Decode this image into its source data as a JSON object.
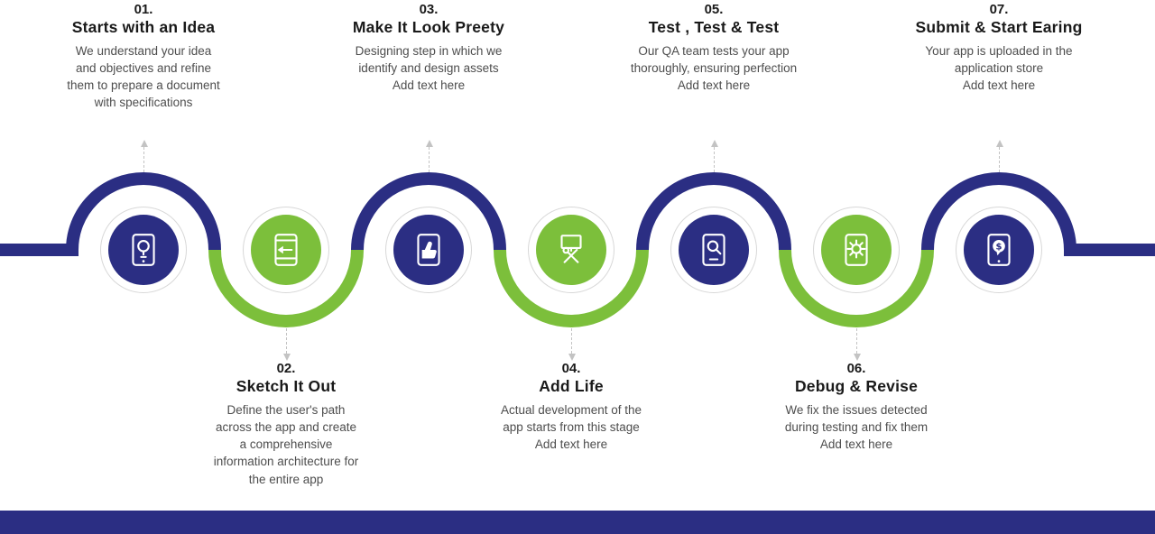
{
  "colors": {
    "navy": "#2b2e83",
    "green": "#7cbf3b",
    "ring": "#d8d8d8",
    "connector": "#c3c3c3",
    "title_text": "#1a1a1a",
    "body_text": "#4d4d4d",
    "background": "#ffffff"
  },
  "steps": [
    {
      "number": "01.",
      "title": "Starts with an Idea",
      "description": "We understand your idea\nand objectives and refine\nthem to prepare a document\nwith specifications",
      "placement": "top",
      "color": "navy",
      "icon": "idea-bulb-phone"
    },
    {
      "number": "02.",
      "title": "Sketch It Out",
      "description": "Define the user's path\nacross the app and create\na comprehensive\ninformation architecture for\nthe entire app",
      "placement": "bottom",
      "color": "green",
      "icon": "arrow-phone"
    },
    {
      "number": "03.",
      "title": "Make It Look Preety",
      "description": "Designing step in which we\nidentify and design assets\nAdd text here",
      "placement": "top",
      "color": "navy",
      "icon": "thumbs-up-phone"
    },
    {
      "number": "04.",
      "title": "Add Life",
      "description": "Actual development of the\napp starts from this stage\nAdd text here",
      "placement": "bottom",
      "color": "green",
      "icon": "monitor-tools"
    },
    {
      "number": "05.",
      "title": "Test , Test & Test",
      "description": "Our QA team tests your app\nthoroughly,  ensuring perfection\nAdd text here",
      "placement": "top",
      "color": "navy",
      "icon": "search-phone"
    },
    {
      "number": "06.",
      "title": "Debug & Revise",
      "description": "We fix the issues detected\nduring testing and fix them\nAdd text here",
      "placement": "bottom",
      "color": "green",
      "icon": "gear-phone"
    },
    {
      "number": "07.",
      "title": "Submit & Start Earing",
      "description": "Your app is uploaded in the\napplication store\nAdd text here",
      "placement": "top",
      "color": "navy",
      "icon": "dollar-phone"
    }
  ]
}
